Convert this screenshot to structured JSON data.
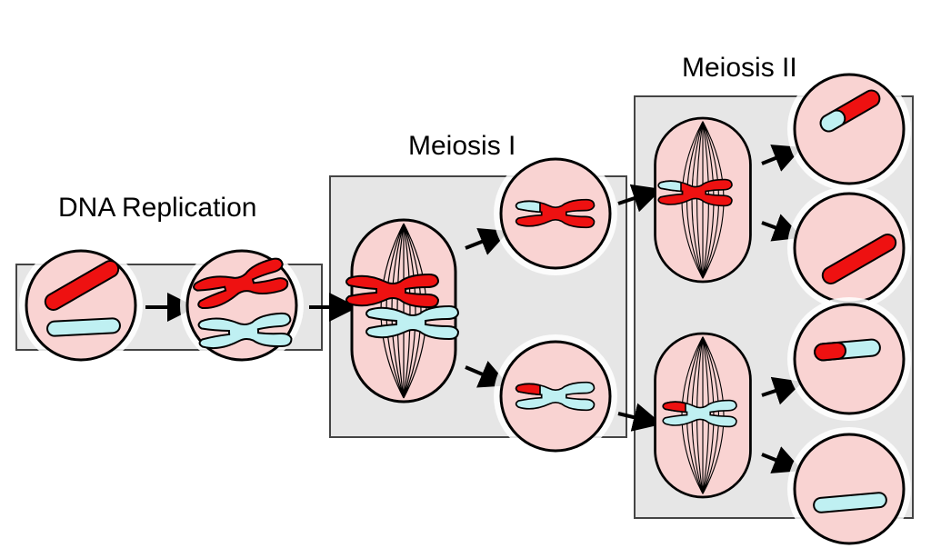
{
  "labels": {
    "dna_replication": "DNA Replication",
    "meiosis_1": "Meiosis I",
    "meiosis_2": "Meiosis II"
  },
  "colors": {
    "cell_fill": "#f9d3d2",
    "maternal_chromosome": "#ee1111",
    "paternal_chromosome": "#bff0f2",
    "panel_fill": "#e6e6e6"
  }
}
